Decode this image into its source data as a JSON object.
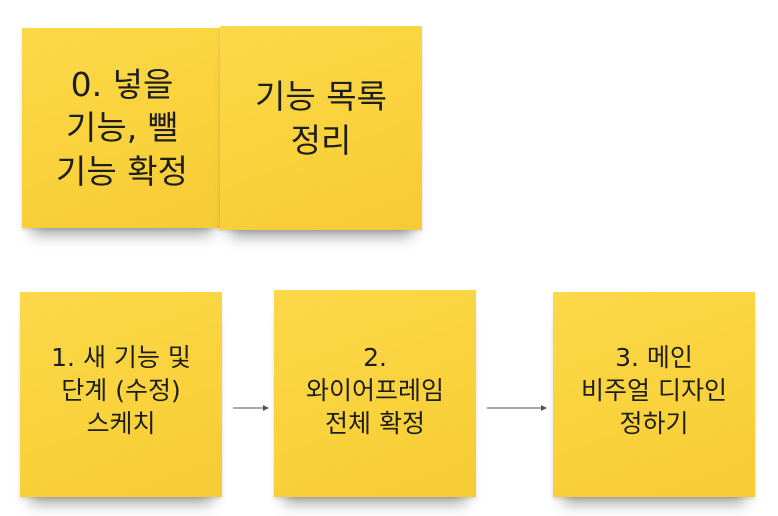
{
  "notes": {
    "step0": "0. 넣을\n기능, 뺄\n기능 확정",
    "feature_list": "기능 목록\n정리",
    "step1": "1. 새 기능 및\n단계 (수정)\n스케치",
    "step2": "2.\n와이어프레임\n전체 확정",
    "step3": "3. 메인\n비주얼 디자인\n정하기"
  },
  "colors": {
    "note": "#f9d23c",
    "arrow": "#555555"
  }
}
